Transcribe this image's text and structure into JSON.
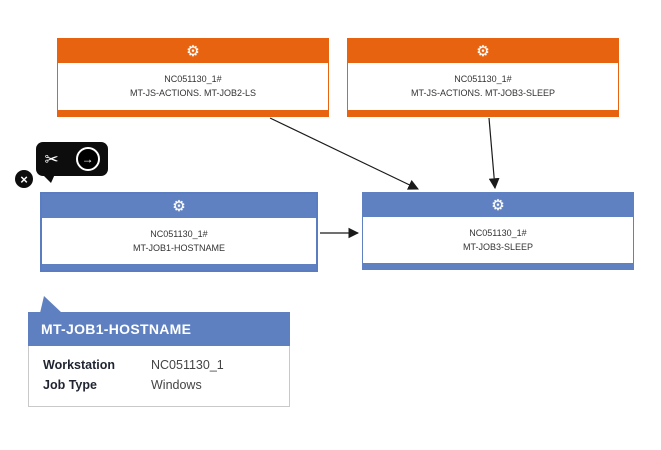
{
  "colors": {
    "orange": "#e8630f",
    "blue": "#6081c1",
    "node_text": "#333333",
    "arrow": "#1a1a1a",
    "toolbar_bg": "#0d0d0d"
  },
  "icons": {
    "gear": "⚙",
    "cut": "✂",
    "run": "→",
    "close": "×"
  },
  "nodes": [
    {
      "workstation": "NC051130_1#",
      "job": "MT-JS-ACTIONS. MT-JOB2-LS",
      "style": "orange"
    },
    {
      "workstation": "NC051130_1#",
      "job": "MT-JS-ACTIONS. MT-JOB3-SLEEP",
      "style": "orange"
    },
    {
      "workstation": "NC051130_1#",
      "job": "MT-JOB1-HOSTNAME",
      "style": "blue",
      "selected": true
    },
    {
      "workstation": "NC051130_1#",
      "job": "MT-JOB3-SLEEP",
      "style": "blue"
    }
  ],
  "tooltip": {
    "title": "MT-JOB1-HOSTNAME",
    "rows": [
      {
        "label": "Workstation",
        "value": "NC051130_1"
      },
      {
        "label": "Job Type",
        "value": "Windows"
      }
    ]
  }
}
